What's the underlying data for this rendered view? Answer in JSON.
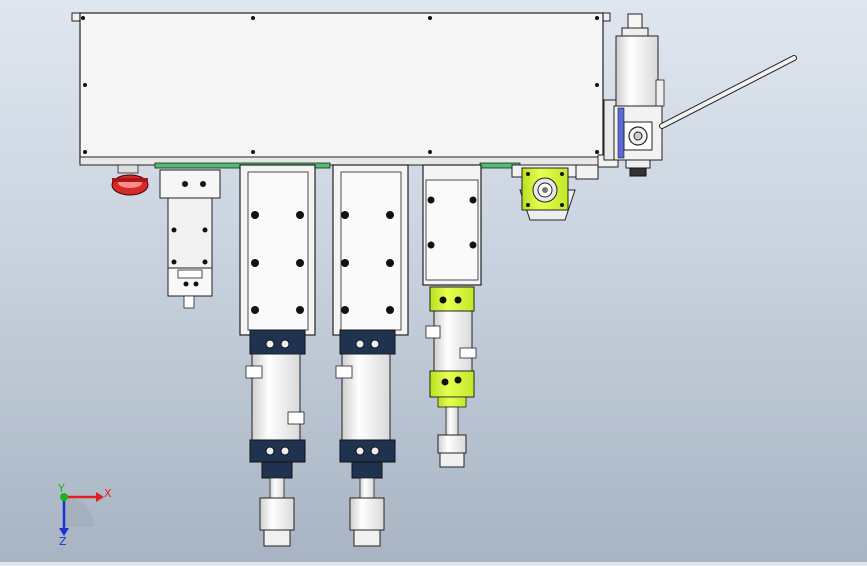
{
  "viewport": {
    "title": "",
    "background_top": "#dfe6ef",
    "background_bottom": "#a8b4c3"
  },
  "triad": {
    "x_label": "X",
    "y_label": "Y",
    "z_label": "Z",
    "x_color": "#e02020",
    "y_color": "#20b020",
    "z_color": "#2030d0"
  },
  "model": {
    "part_colors": {
      "body": "#f4f4f4",
      "outline": "#222222",
      "dark_collar": "#1f3350",
      "lime_block": "#d8ff3a",
      "red_fitting": "#d42a2a",
      "green_board": "#4cc070",
      "blue_valve": "#5a6ad8"
    }
  }
}
